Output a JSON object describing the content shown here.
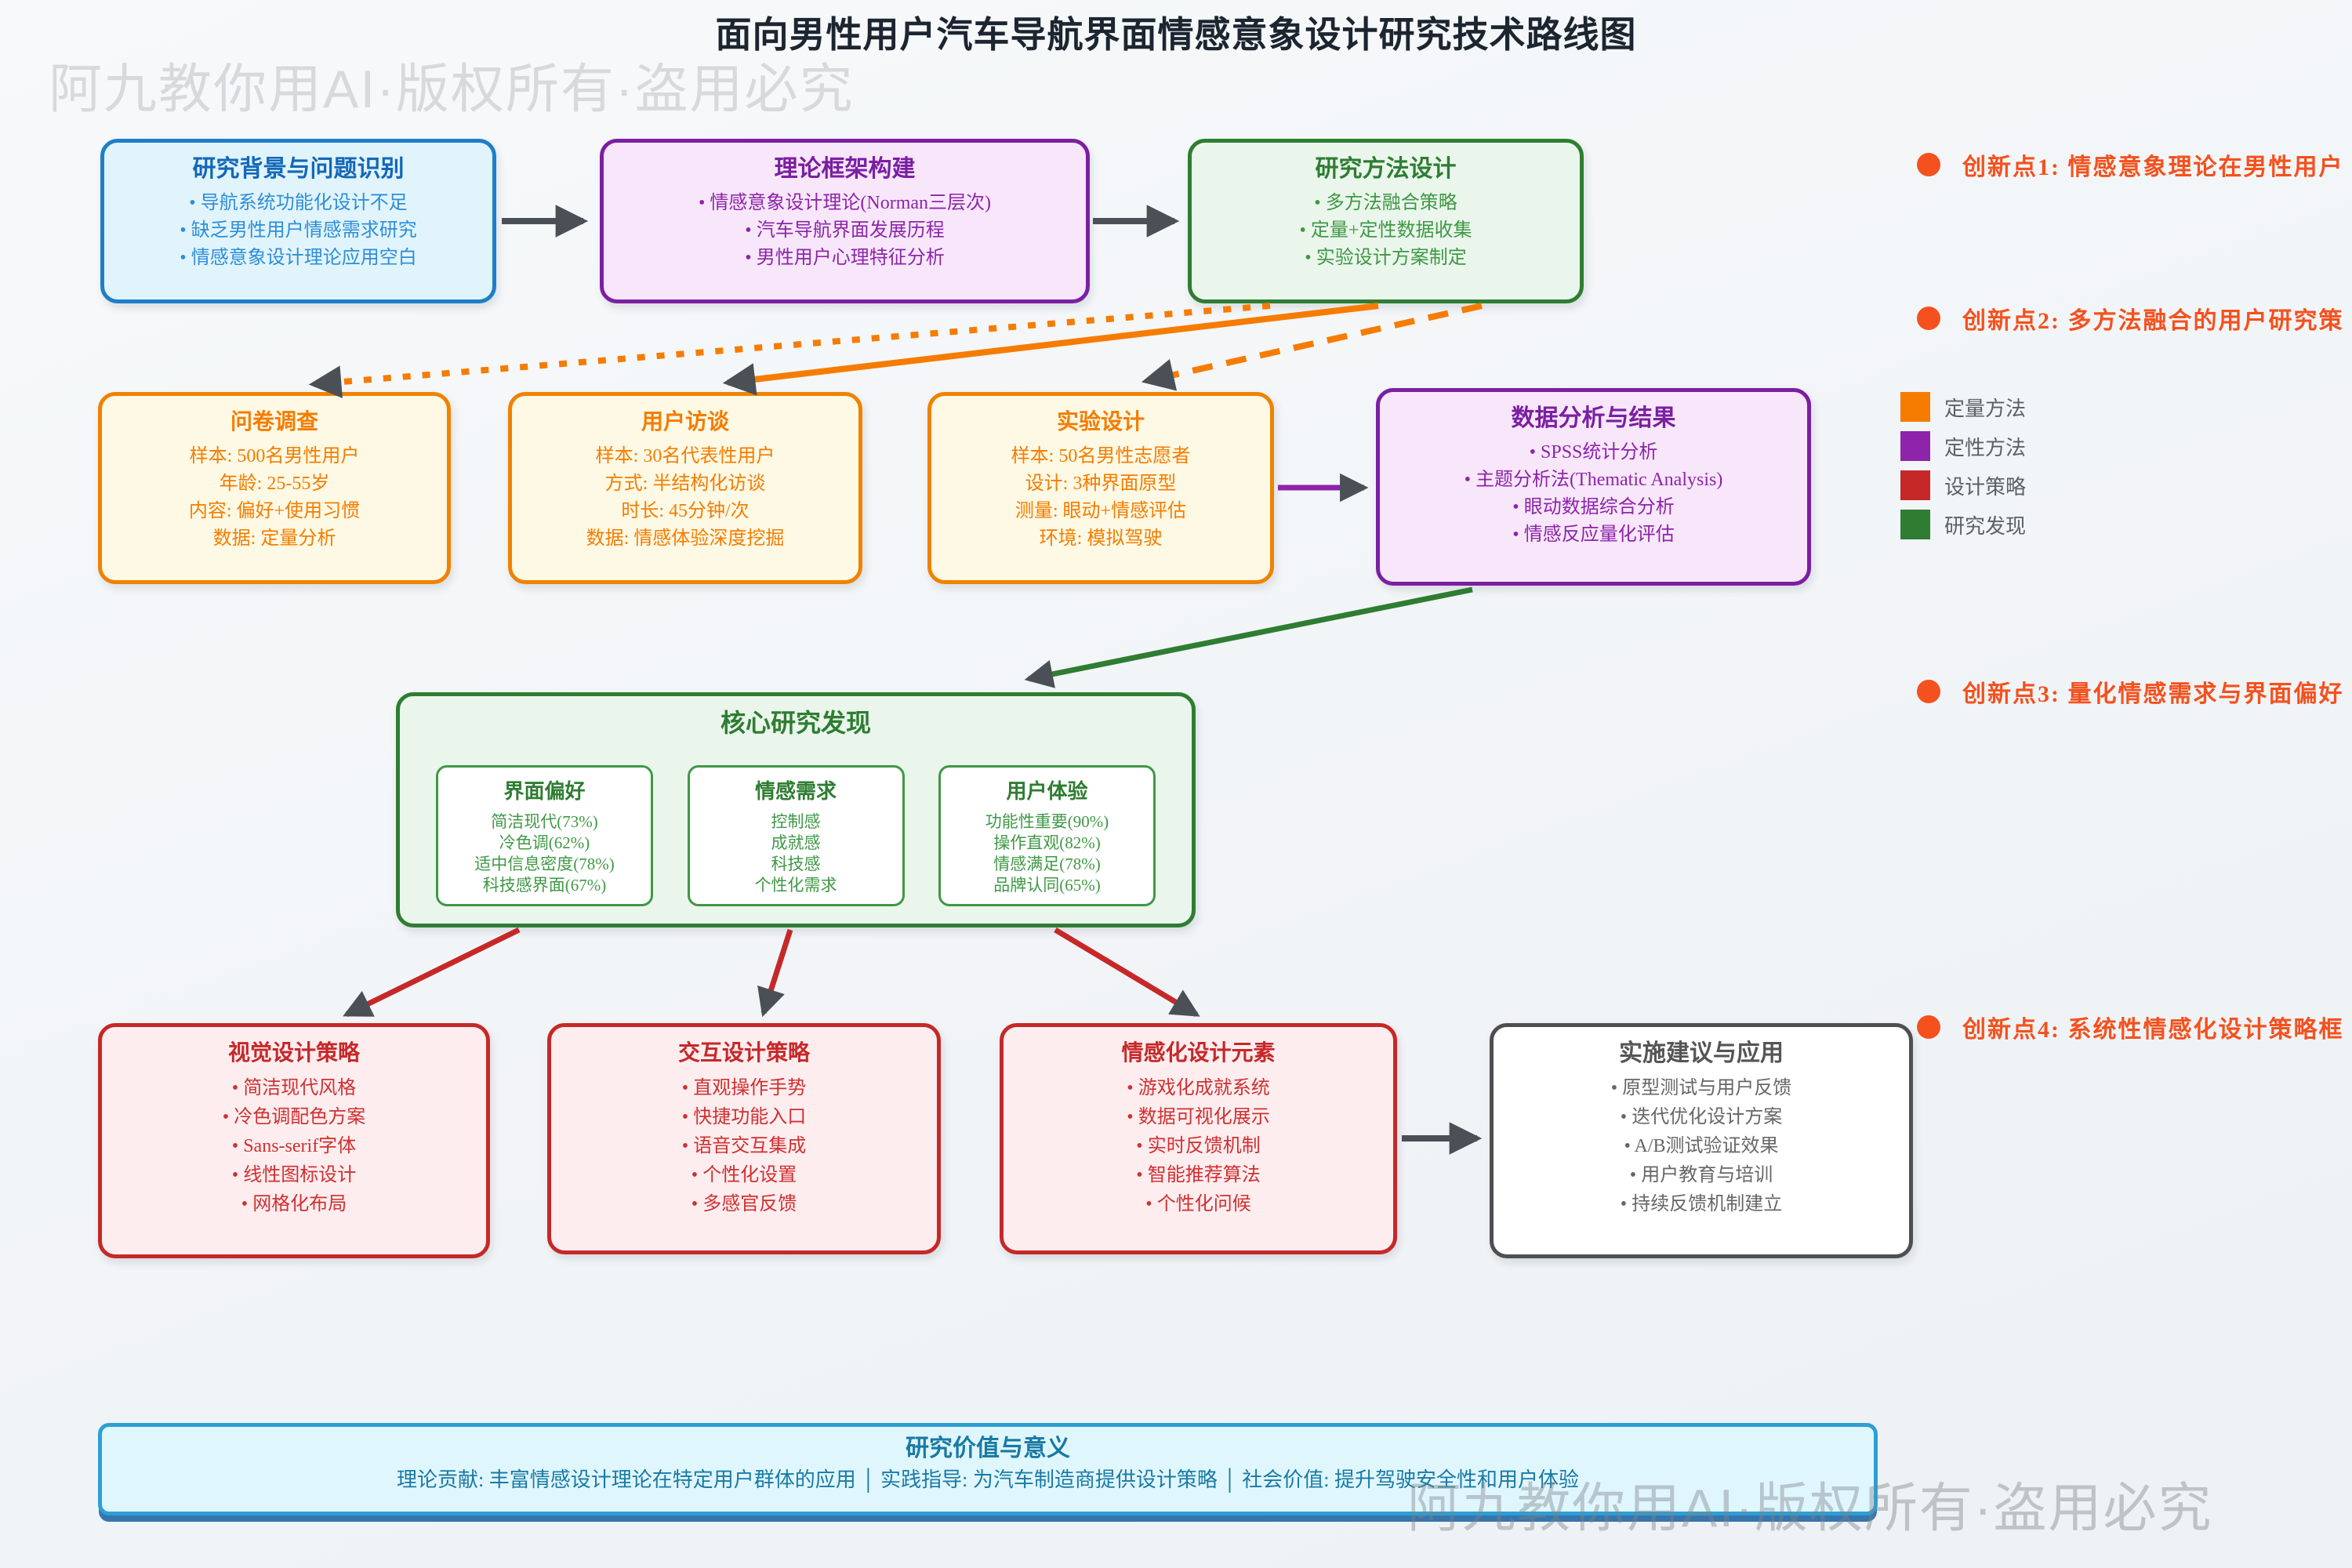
{
  "title": "面向男性用户汽车导航界面情感意象设计研究技术路线图",
  "watermark": "阿九教你用AI·版权所有·盗用必究",
  "colors": {
    "quantitative": "#f57c00",
    "qualitative": "#8e24aa",
    "strategy": "#c62828",
    "finding": "#2e7d32",
    "innovation_accent": "#f4511e",
    "arrow": "#4a5056"
  },
  "flow": {
    "background": {
      "title": "研究背景与问题识别",
      "items": [
        "导航系统功能化设计不足",
        "缺乏男性用户情感需求研究",
        "情感意象设计理论应用空白"
      ]
    },
    "theory": {
      "title": "理论框架构建",
      "items": [
        "情感意象设计理论(Norman三层次)",
        "汽车导航界面发展历程",
        "男性用户心理特征分析"
      ]
    },
    "method": {
      "title": "研究方法设计",
      "items": [
        "多方法融合策略",
        "定量+定性数据收集",
        "实验设计方案制定"
      ]
    },
    "survey": {
      "title": "问卷调查",
      "items": [
        "样本: 500名男性用户",
        "年龄: 25-55岁",
        "内容: 偏好+使用习惯",
        "数据: 定量分析"
      ]
    },
    "interview": {
      "title": "用户访谈",
      "items": [
        "样本: 30名代表性用户",
        "方式: 半结构化访谈",
        "时长: 45分钟/次",
        "数据: 情感体验深度挖掘"
      ]
    },
    "experiment": {
      "title": "实验设计",
      "items": [
        "样本: 50名男性志愿者",
        "设计: 3种界面原型",
        "测量: 眼动+情感评估",
        "环境: 模拟驾驶"
      ]
    },
    "analysis": {
      "title": "数据分析与结果",
      "items": [
        "SPSS统计分析",
        "主题分析法(Thematic Analysis)",
        "眼动数据综合分析",
        "情感反应量化评估"
      ]
    },
    "findings": {
      "title": "核心研究发现",
      "groups": [
        {
          "title": "界面偏好",
          "items": [
            "简洁现代(73%)",
            "冷色调(62%)",
            "适中信息密度(78%)",
            "科技感界面(67%)"
          ]
        },
        {
          "title": "情感需求",
          "items": [
            "控制感",
            "成就感",
            "科技感",
            "个性化需求"
          ]
        },
        {
          "title": "用户体验",
          "items": [
            "功能性重要(90%)",
            "操作直观(82%)",
            "情感满足(78%)",
            "品牌认同(65%)"
          ]
        }
      ]
    },
    "visual": {
      "title": "视觉设计策略",
      "items": [
        "简洁现代风格",
        "冷色调配色方案",
        "Sans-serif字体",
        "线性图标设计",
        "网格化布局"
      ]
    },
    "interaction": {
      "title": "交互设计策略",
      "items": [
        "直观操作手势",
        "快捷功能入口",
        "语音交互集成",
        "个性化设置",
        "多感官反馈"
      ]
    },
    "emotional": {
      "title": "情感化设计元素",
      "items": [
        "游戏化成就系统",
        "数据可视化展示",
        "实时反馈机制",
        "智能推荐算法",
        "个性化问候"
      ]
    },
    "implementation": {
      "title": "实施建议与应用",
      "items": [
        "原型测试与用户反馈",
        "迭代优化设计方案",
        "A/B测试验证效果",
        "用户教育与培训",
        "持续反馈机制建立"
      ]
    },
    "value": {
      "title": "研究价值与意义",
      "line": "理论贡献: 丰富情感设计理论在特定用户群体的应用 │ 实践指导: 为汽车制造商提供设计策略 │ 社会价值: 提升驾驶安全性和用户体验"
    }
  },
  "innovations": [
    {
      "label": "创新点1: 情感意象理论在男性用户",
      "color": "#f4511e"
    },
    {
      "label": "创新点2: 多方法融合的用户研究策",
      "color": "#f4511e"
    },
    {
      "label": "创新点3: 量化情感需求与界面偏好",
      "color": "#f4511e"
    },
    {
      "label": "创新点4: 系统性情感化设计策略框",
      "color": "#f4511e"
    }
  ],
  "legend": [
    {
      "label": "定量方法",
      "color": "#f57c00"
    },
    {
      "label": "定性方法",
      "color": "#8e24aa"
    },
    {
      "label": "设计策略",
      "color": "#c62828"
    },
    {
      "label": "研究发现",
      "color": "#2e7d32"
    }
  ]
}
